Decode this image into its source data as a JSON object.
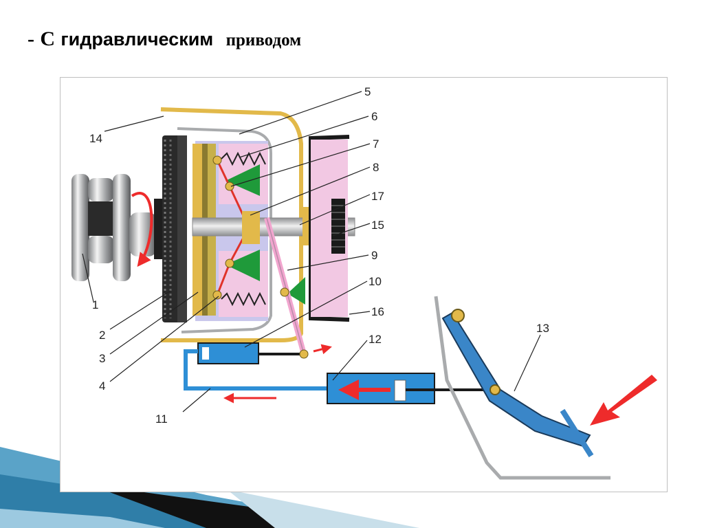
{
  "slide": {
    "title_dash": "-",
    "title_c": "С",
    "title_hydraulic": "гидравлическим",
    "title_drive": "приводом"
  },
  "diagram": {
    "callouts": [
      "1",
      "2",
      "3",
      "4",
      "5",
      "6",
      "7",
      "8",
      "9",
      "10",
      "11",
      "12",
      "13",
      "14",
      "15",
      "16",
      "17"
    ]
  },
  "colors": {
    "housing": "#e2b94a",
    "shaft": "#a9abad",
    "hydraulic": "#2e8fd6",
    "spring": "#e0322a",
    "pressure_plate": "#1f9a3a",
    "pedal": "#3a86c8",
    "arrow": "#ee2b2b",
    "cover": "#f2c8e3"
  }
}
